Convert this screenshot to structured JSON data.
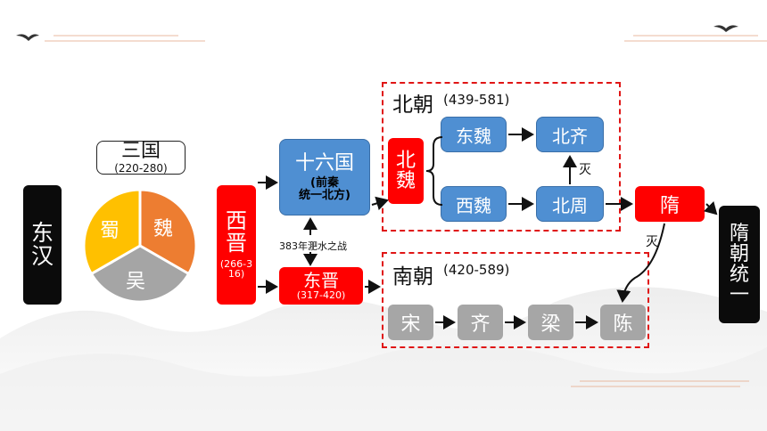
{
  "colors": {
    "red": "#ff0000",
    "blue": "#4f8fd2",
    "gray": "#a6a6a6",
    "black": "#0b0b0b",
    "wei": "#ed7d31",
    "shu": "#ffc000",
    "wu": "#a5a5a5"
  },
  "start": {
    "label_1": "东",
    "label_2": "汉"
  },
  "three_kingdoms": {
    "title": "三国",
    "years": "(220-280)",
    "wei": "魏",
    "shu": "蜀",
    "wu": "吴"
  },
  "western_jin": {
    "label_1": "西",
    "label_2": "晋",
    "years": "(266-316)"
  },
  "sixteen": {
    "title": "十六国",
    "note_1": "(前秦",
    "note_2": "统一北方)"
  },
  "battle": {
    "label": "383年淝水之战"
  },
  "eastern_jin": {
    "label": "东晋",
    "years": "(317-420)"
  },
  "northern": {
    "title": "北朝",
    "years": "(439-581)",
    "wei_1": "北",
    "wei_2": "魏",
    "east_wei": "东魏",
    "west_wei": "西魏",
    "north_qi": "北齐",
    "north_zhou": "北周",
    "mie": "灭"
  },
  "southern": {
    "title": "南朝",
    "years": "(420-589)",
    "song": "宋",
    "qi": "齐",
    "liang": "梁",
    "chen": "陈"
  },
  "sui": {
    "label": "隋",
    "mie": "灭"
  },
  "unify": {
    "l1": "隋",
    "l2": "朝",
    "l3": "统",
    "l4": "一"
  }
}
